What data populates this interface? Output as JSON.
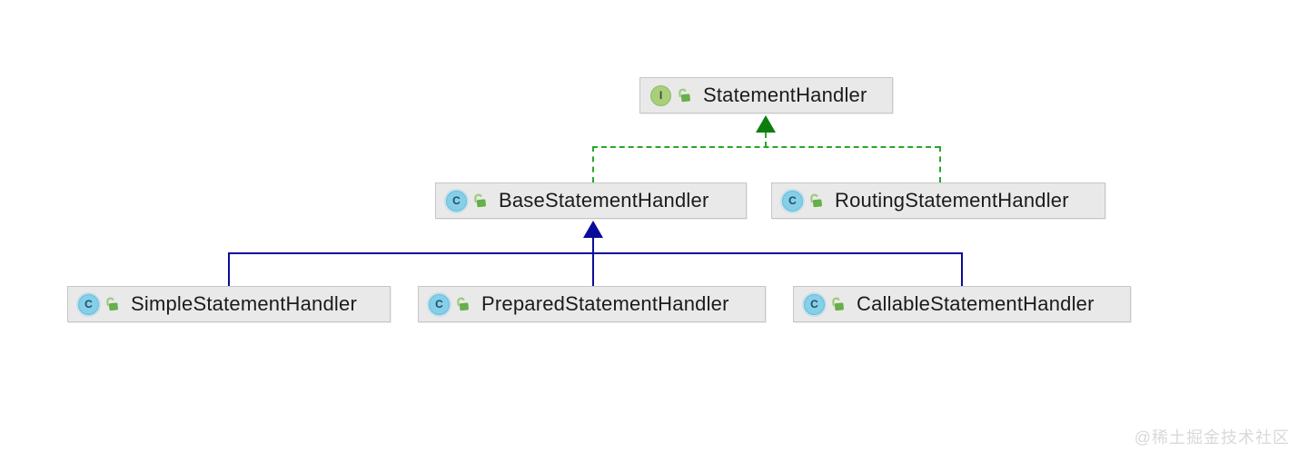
{
  "diagram": {
    "type": "uml-class-diagram",
    "icon_letters": {
      "interface": "I",
      "class": "C"
    },
    "nodes": [
      {
        "id": "StatementHandler",
        "label": "StatementHandler",
        "kind": "interface",
        "icon": "interface-icon",
        "lock": "unlocked-icon"
      },
      {
        "id": "BaseStatementHandler",
        "label": "BaseStatementHandler",
        "kind": "class",
        "icon": "class-icon",
        "lock": "unlocked-icon"
      },
      {
        "id": "RoutingStatementHandler",
        "label": "RoutingStatementHandler",
        "kind": "class",
        "icon": "class-icon",
        "lock": "unlocked-icon"
      },
      {
        "id": "SimpleStatementHandler",
        "label": "SimpleStatementHandler",
        "kind": "class",
        "icon": "class-icon",
        "lock": "unlocked-icon"
      },
      {
        "id": "PreparedStatementHandler",
        "label": "PreparedStatementHandler",
        "kind": "class",
        "icon": "class-icon",
        "lock": "unlocked-icon"
      },
      {
        "id": "CallableStatementHandler",
        "label": "CallableStatementHandler",
        "kind": "class",
        "icon": "class-icon",
        "lock": "unlocked-icon"
      }
    ],
    "edges": [
      {
        "from": "BaseStatementHandler",
        "to": "StatementHandler",
        "type": "implements",
        "line": "dashed",
        "color": "#2aa52a"
      },
      {
        "from": "RoutingStatementHandler",
        "to": "StatementHandler",
        "type": "implements",
        "line": "dashed",
        "color": "#2aa52a"
      },
      {
        "from": "SimpleStatementHandler",
        "to": "BaseStatementHandler",
        "type": "extends",
        "line": "solid",
        "color": "#0b0b9b"
      },
      {
        "from": "PreparedStatementHandler",
        "to": "BaseStatementHandler",
        "type": "extends",
        "line": "solid",
        "color": "#0b0b9b"
      },
      {
        "from": "CallableStatementHandler",
        "to": "BaseStatementHandler",
        "type": "extends",
        "line": "solid",
        "color": "#0b0b9b"
      }
    ],
    "colors": {
      "implements_line": "#2aa52a",
      "implements_arrow": "#0d7d0d",
      "extends_line": "#0b0b9b",
      "node_background": "#e9e9e9",
      "node_border": "#c6c6c6",
      "interface_icon": "#a9cf7d",
      "class_icon": "#86cfe9",
      "lock_icon": "#68ae4a"
    }
  },
  "watermark": {
    "text": "@稀土掘金技术社区",
    "color": "#d9d9d9"
  }
}
